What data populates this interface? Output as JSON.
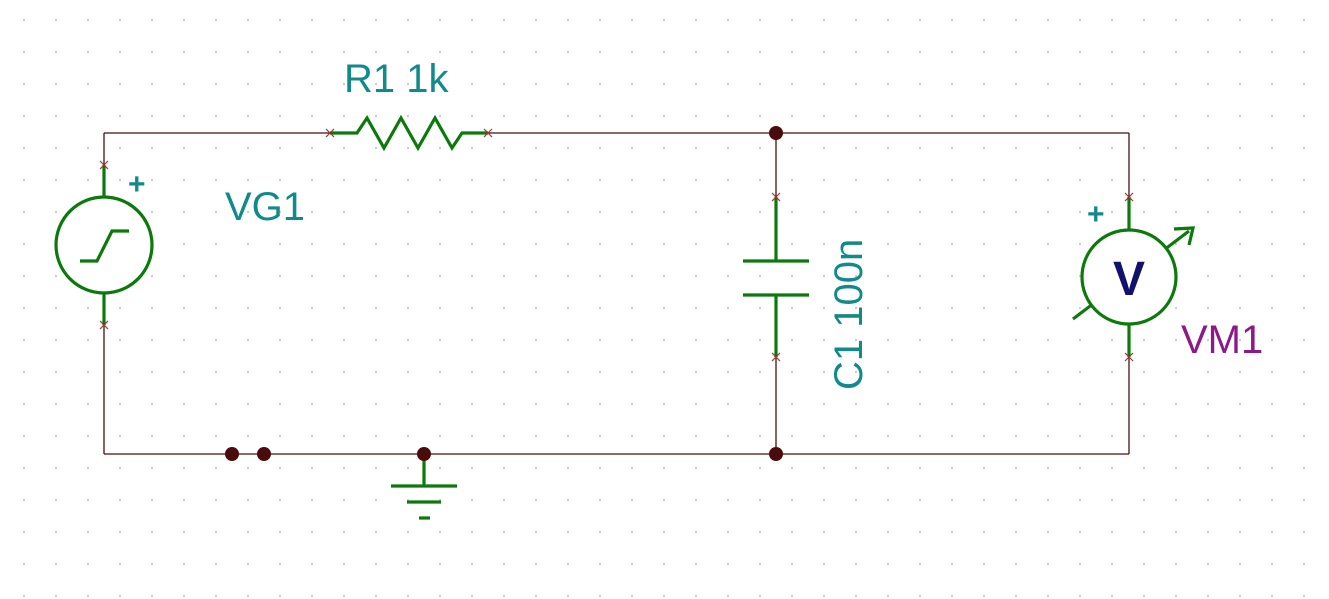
{
  "colors": {
    "wire": "#4a0f0f",
    "component": "#0b7a0b",
    "label": "#108a8a",
    "meter_label": "#8a1a8a",
    "meter_letter": "#12126e",
    "junction": "#4a0b0b",
    "pin_marker": "#a0322a"
  },
  "components": {
    "resistor": {
      "name": "R1",
      "value": "1k",
      "label": "R1 1k"
    },
    "source": {
      "name": "VG1",
      "label": "VG1",
      "polarity": "+",
      "icon": "step-generator-icon"
    },
    "capacitor": {
      "name": "C1",
      "value": "100n",
      "label": "C1 100n"
    },
    "voltmeter": {
      "name": "VM1",
      "label": "VM1",
      "polarity": "+",
      "letter": "V"
    },
    "ground": {
      "icon": "ground-icon",
      "mark": "-"
    }
  }
}
